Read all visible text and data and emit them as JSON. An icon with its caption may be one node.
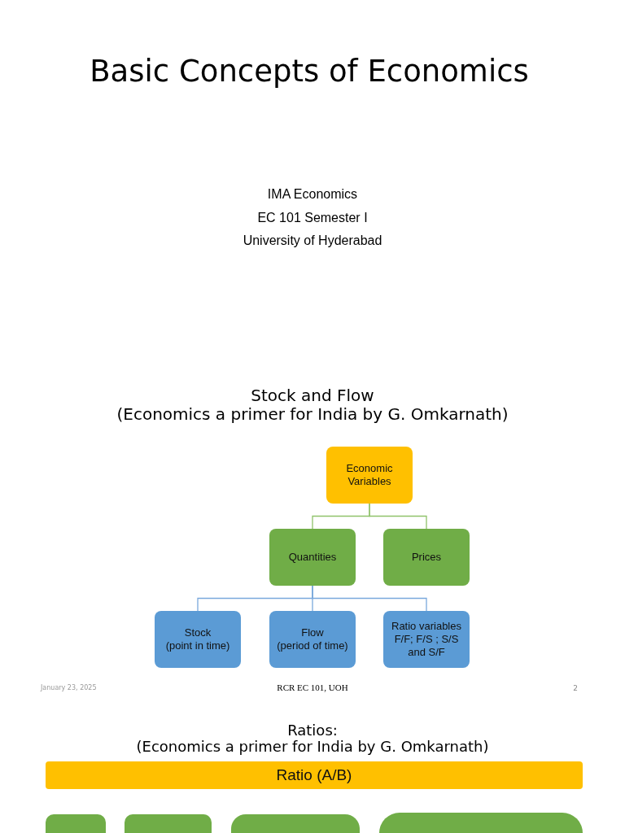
{
  "diagram": {
    "title": "Basic Concepts of Economics",
    "nodes": [
      {
        "text": [
          "Economic Variables"
        ]
      },
      {
        "text": [
          "Quantities"
        ]
      },
      {
        "text": [
          "Prices"
        ]
      },
      {
        "text": [
          "Stock",
          "(point in time)"
        ]
      },
      {
        "text": [
          "Flow",
          "(period of time)"
        ]
      },
      {
        "text": [
          "Ratio variables",
          "F/F; F/S ; S/S and S/F"
        ]
      },
      {
        "text": [
          "Ratio (A/B)"
        ]
      },
      {
        "text": [],
        "shape": "box"
      },
      {
        "text": [],
        "shape": "box"
      },
      {
        "text": [],
        "shape": "box"
      },
      {
        "text": [],
        "shape": "box"
      }
    ],
    "edges": [
      {
        "from": 0,
        "to": 1,
        "arrow": "none",
        "color": "#8fc26a"
      },
      {
        "from": 0,
        "to": 2,
        "arrow": "none",
        "color": "#8fc26a"
      },
      {
        "from": 1,
        "to": 3,
        "arrow": "none"
      },
      {
        "from": 1,
        "to": 4,
        "arrow": "none"
      },
      {
        "from": 1,
        "to": 5,
        "arrow": "none"
      }
    ],
    "labels": [
      "IMA Economics",
      "EC 101 Semester I",
      "University of Hyderabad",
      "Stock and Flow",
      "(Economics a primer for India by G. Omkarnath)",
      "January 23, 2025",
      "RCR EC 101, UOH",
      "2",
      "Ratios:",
      "(Economics a primer for India by G. Omkarnath)"
    ]
  }
}
